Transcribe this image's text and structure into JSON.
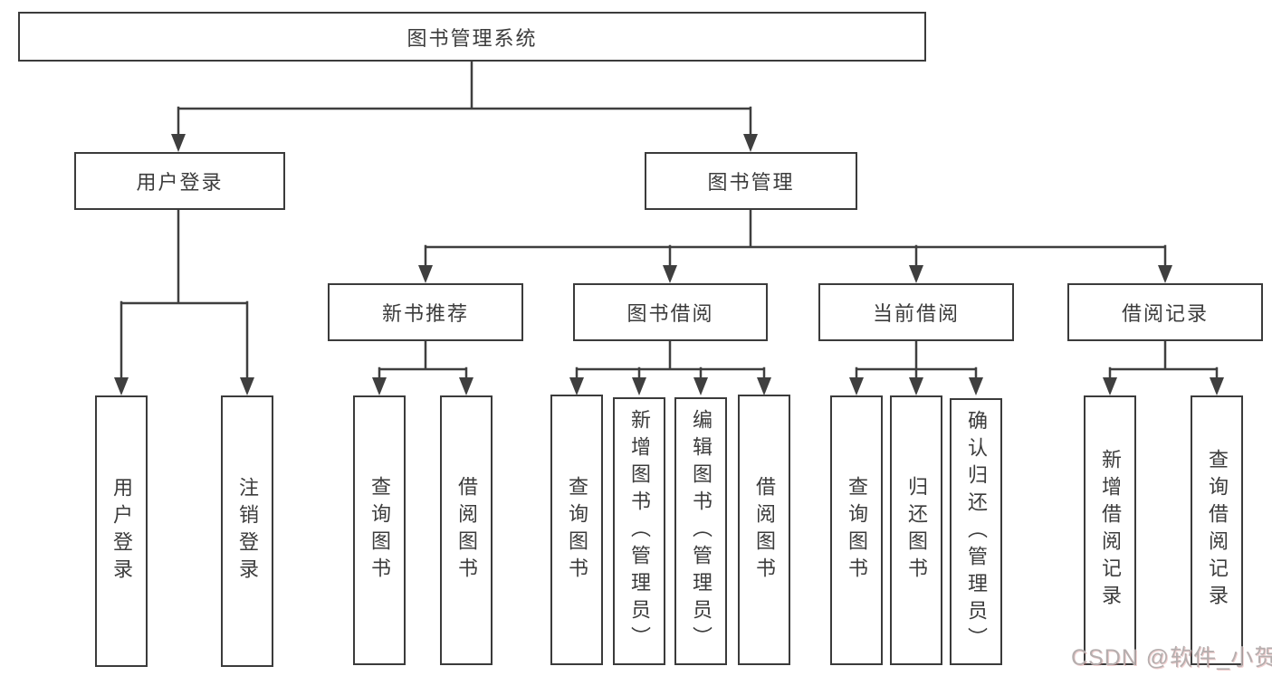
{
  "tree": {
    "root": {
      "label": "图书管理系统"
    },
    "branches": [
      {
        "label": "用户登录",
        "children": [
          {
            "label": "用户登录"
          },
          {
            "label": "注销登录"
          }
        ]
      },
      {
        "label": "图书管理",
        "groups": [
          {
            "label": "新书推荐",
            "children": [
              {
                "label": "查询图书"
              },
              {
                "label": "借阅图书"
              }
            ]
          },
          {
            "label": "图书借阅",
            "children": [
              {
                "label": "查询图书"
              },
              {
                "label": "新增图书（管理员）"
              },
              {
                "label": "编辑图书（管理员）"
              },
              {
                "label": "借阅图书"
              }
            ]
          },
          {
            "label": "当前借阅",
            "children": [
              {
                "label": "查询图书"
              },
              {
                "label": "归还图书"
              },
              {
                "label": "确认归还（管理员）"
              }
            ]
          },
          {
            "label": "借阅记录",
            "children": [
              {
                "label": "新增借阅记录"
              },
              {
                "label": "查询借阅记录"
              }
            ]
          }
        ]
      }
    ]
  },
  "watermark": {
    "text": "CSDN @软件_小贺同学"
  },
  "colors": {
    "line": "#3f3f3f",
    "border": "#3b3b3b",
    "text": "#3c3c3c",
    "box_bg": "#ffffff",
    "watermark": "#b5aeae"
  }
}
